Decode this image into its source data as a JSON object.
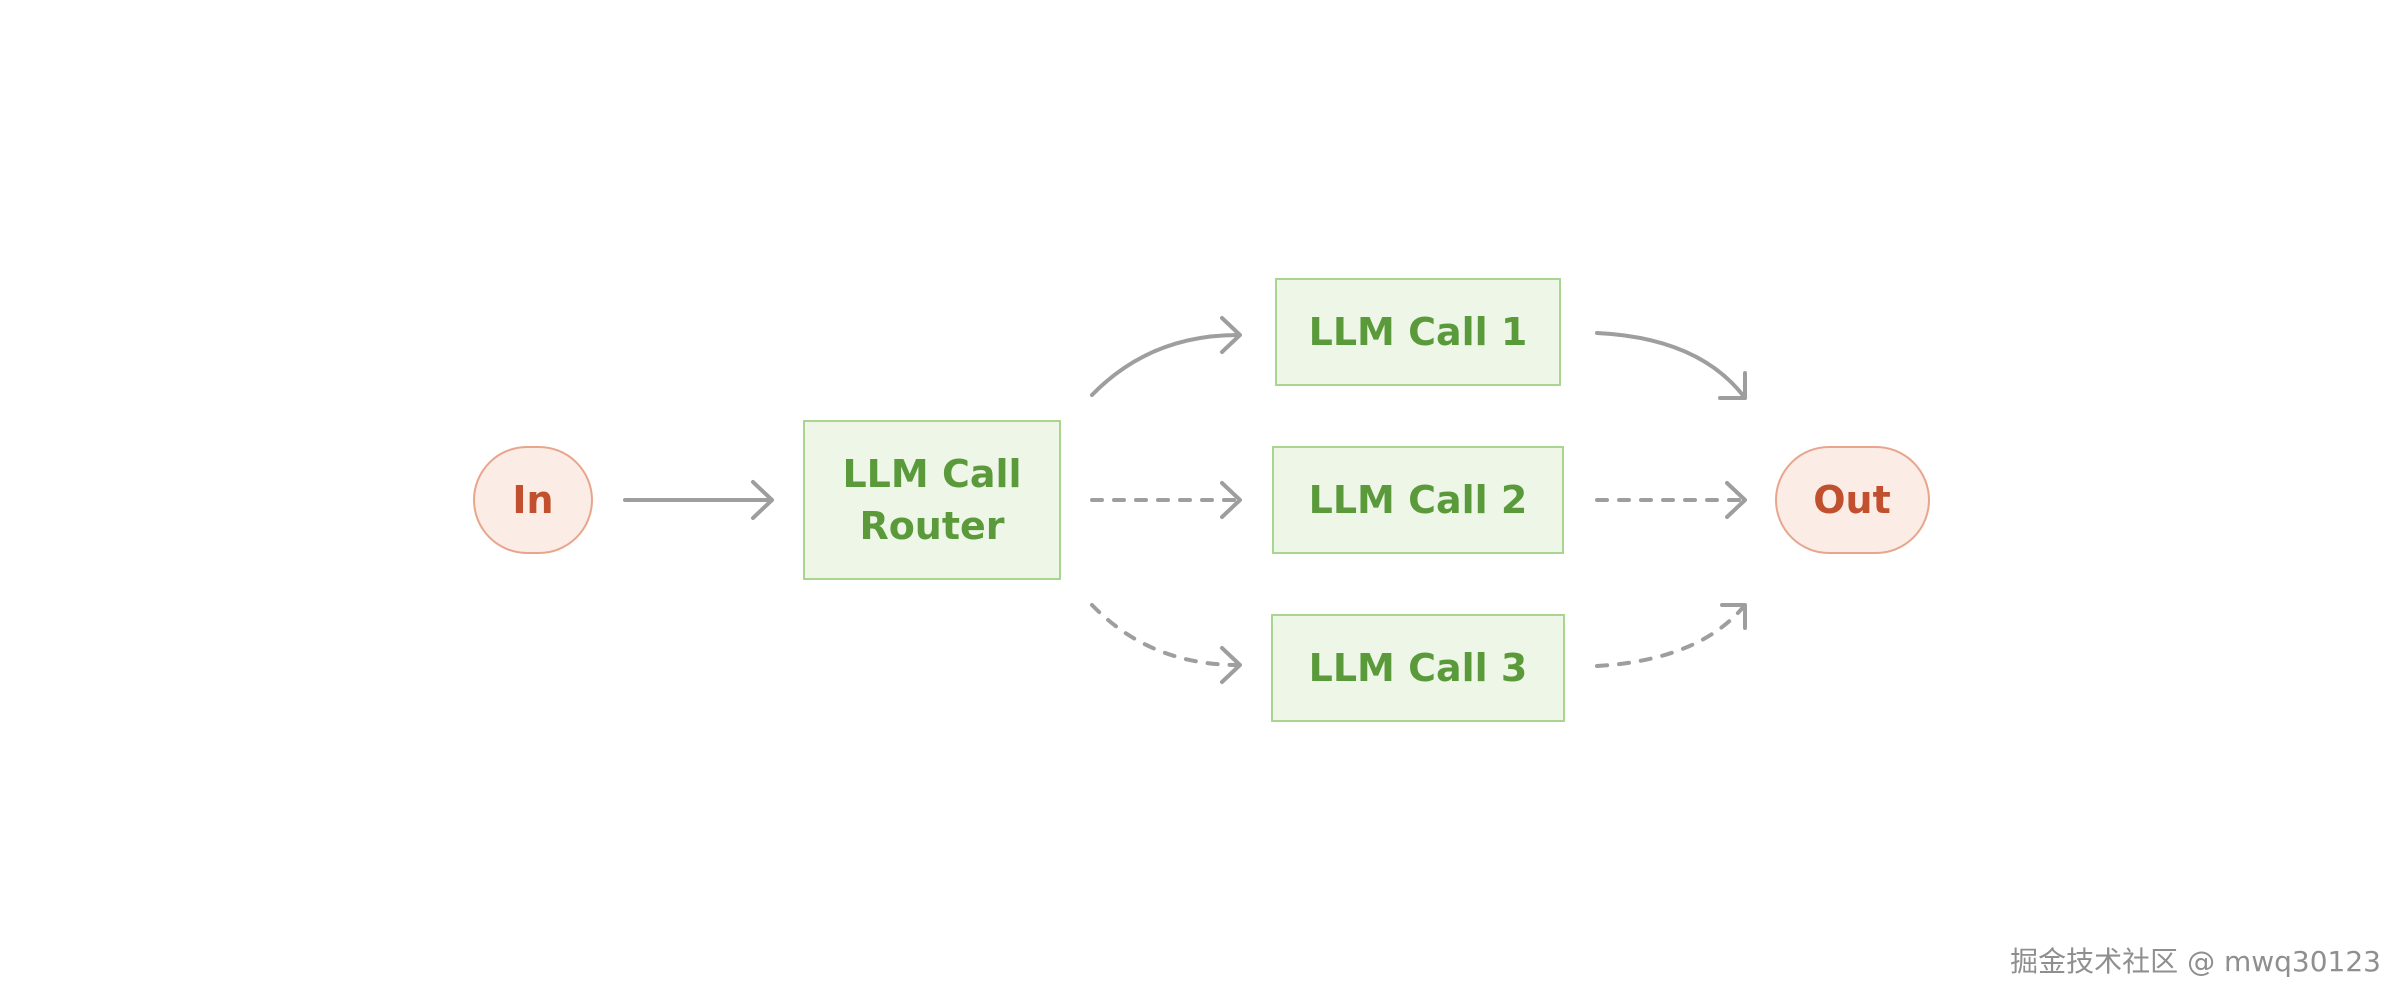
{
  "diagram": {
    "nodes": {
      "input": {
        "label": "In"
      },
      "router": {
        "line1": "LLM Call",
        "line2": "Router"
      },
      "call1": {
        "label": "LLM Call 1"
      },
      "call2": {
        "label": "LLM Call 2"
      },
      "call3": {
        "label": "LLM Call 3"
      },
      "output": {
        "label": "Out"
      }
    },
    "edges": [
      {
        "from": "input",
        "to": "router",
        "style": "solid"
      },
      {
        "from": "router",
        "to": "call1",
        "style": "solid"
      },
      {
        "from": "router",
        "to": "call2",
        "style": "dashed"
      },
      {
        "from": "router",
        "to": "call3",
        "style": "dashed"
      },
      {
        "from": "call1",
        "to": "output",
        "style": "solid"
      },
      {
        "from": "call2",
        "to": "output",
        "style": "dashed"
      },
      {
        "from": "call3",
        "to": "output",
        "style": "dashed"
      }
    ]
  },
  "watermark": {
    "text": "掘金技术社区 @ mwq30123"
  },
  "colors": {
    "io_fill": "#fbece6",
    "io_stroke": "#e8a58c",
    "io_text": "#c1502e",
    "llm_fill": "#eef6e8",
    "llm_stroke": "#a8d690",
    "llm_text": "#5b9a3a",
    "arrow": "#9e9e9e"
  }
}
